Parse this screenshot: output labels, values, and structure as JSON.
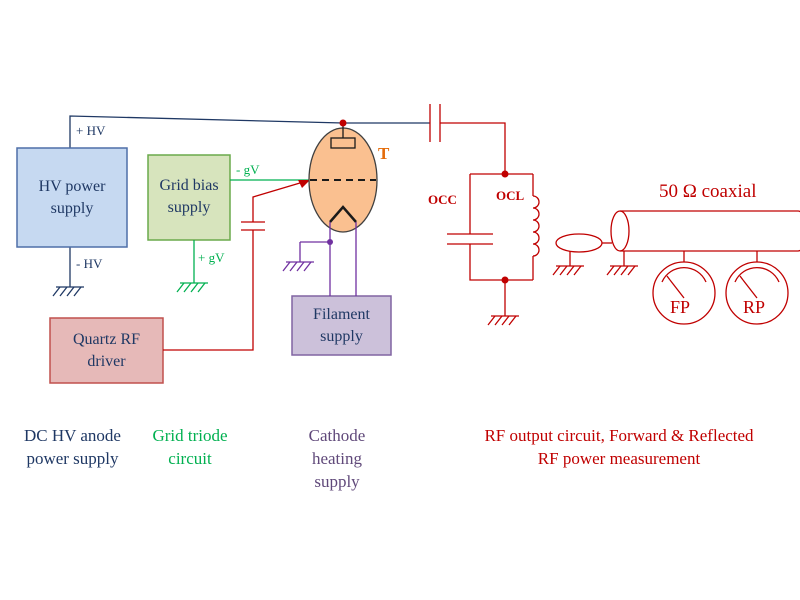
{
  "labels": {
    "hv_plus": "+ HV",
    "hv_minus": "- HV",
    "grid_minus": "- gV",
    "grid_plus": "+ gV",
    "tube": "T",
    "occ": "OCC",
    "ocl": "OCL",
    "coax": "50 Ω coaxial",
    "fp": "FP",
    "rp": "RP"
  },
  "boxes": {
    "hv_supply": "HV power supply",
    "grid_supply": "Grid bias supply",
    "filament_supply": "Filament supply",
    "rf_driver": "Quartz RF driver"
  },
  "captions": {
    "dc_hv": "DC HV anode power supply",
    "grid": "Grid triode circuit",
    "cathode": "Cathode heating supply",
    "rf_output": "RF output circuit, Forward & Reflected RF power measurement"
  },
  "colors": {
    "hv_fill": "#c6d9f1",
    "hv_stroke": "#4f6fa8",
    "grid_fill": "#d7e4bd",
    "grid_stroke": "#6aaa4b",
    "filament_fill": "#ccc1da",
    "filament_stroke": "#8064a2",
    "driver_fill": "#e6b9b8",
    "driver_stroke": "#c0504d",
    "tube_fill": "#fac090",
    "wire_dark": "#1f3864",
    "wire_red": "#c00000",
    "wire_green": "#00b050",
    "wire_purple": "#7030a0",
    "text_navy": "#1f3864",
    "text_green": "#00b050",
    "text_purple": "#60497a",
    "text_red": "#c00000",
    "text_orange": "#e46c0a"
  }
}
